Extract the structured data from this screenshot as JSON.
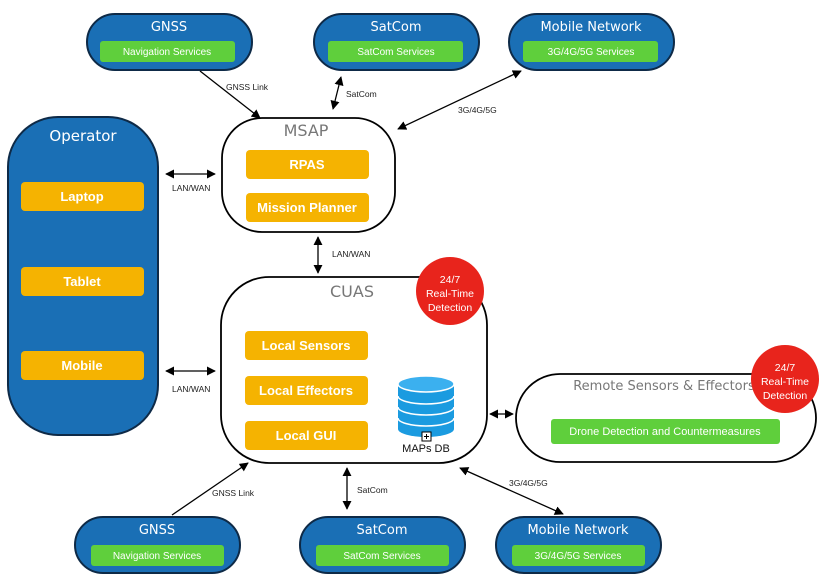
{
  "top": {
    "gnss": {
      "title": "GNSS",
      "service": "Navigation Services"
    },
    "satcom": {
      "title": "SatCom",
      "service": "SatCom Services"
    },
    "mobile": {
      "title": "Mobile Network",
      "service": "3G/4G/5G Services"
    }
  },
  "bottom": {
    "gnss": {
      "title": "GNSS",
      "service": "Navigation Services"
    },
    "satcom": {
      "title": "SatCom",
      "service": "SatCom Services"
    },
    "mobile": {
      "title": "Mobile Network",
      "service": "3G/4G/5G Services"
    }
  },
  "operator": {
    "title": "Operator",
    "items": [
      "Laptop",
      "Tablet",
      "Mobile"
    ]
  },
  "msap": {
    "title": "MSAP",
    "items": [
      "RPAS",
      "Mission Planner"
    ]
  },
  "cuas": {
    "title": "CUAS",
    "items": [
      "Local Sensors",
      "Local Effectors",
      "Local GUI"
    ],
    "db_label": "MAPs DB",
    "badge": [
      "24/7",
      "Real-Time",
      "Detection"
    ]
  },
  "remote": {
    "title": "Remote Sensors & Effectors",
    "service": "Drone Detection and Countermeasures",
    "badge": [
      "24/7",
      "Real-Time",
      "Detection"
    ]
  },
  "edges": {
    "gnss_link_top": "GNSS Link",
    "satcom_top": "SatCom",
    "mobile_top": "3G/4G/5G",
    "lan_operator_msap": "LAN/WAN",
    "lan_msap_cuas": "LAN/WAN",
    "lan_operator_cuas": "LAN/WAN",
    "gnss_link_bottom": "GNSS Link",
    "satcom_bottom": "SatCom",
    "mobile_bottom": "3G/4G/5G"
  },
  "colors": {
    "blue": "#1a6fb5",
    "blue_border": "#0e2a47",
    "green": "#5fcf3c",
    "orange": "#f5b301",
    "red": "#e8241c",
    "db_blue": "#1b9be0"
  }
}
